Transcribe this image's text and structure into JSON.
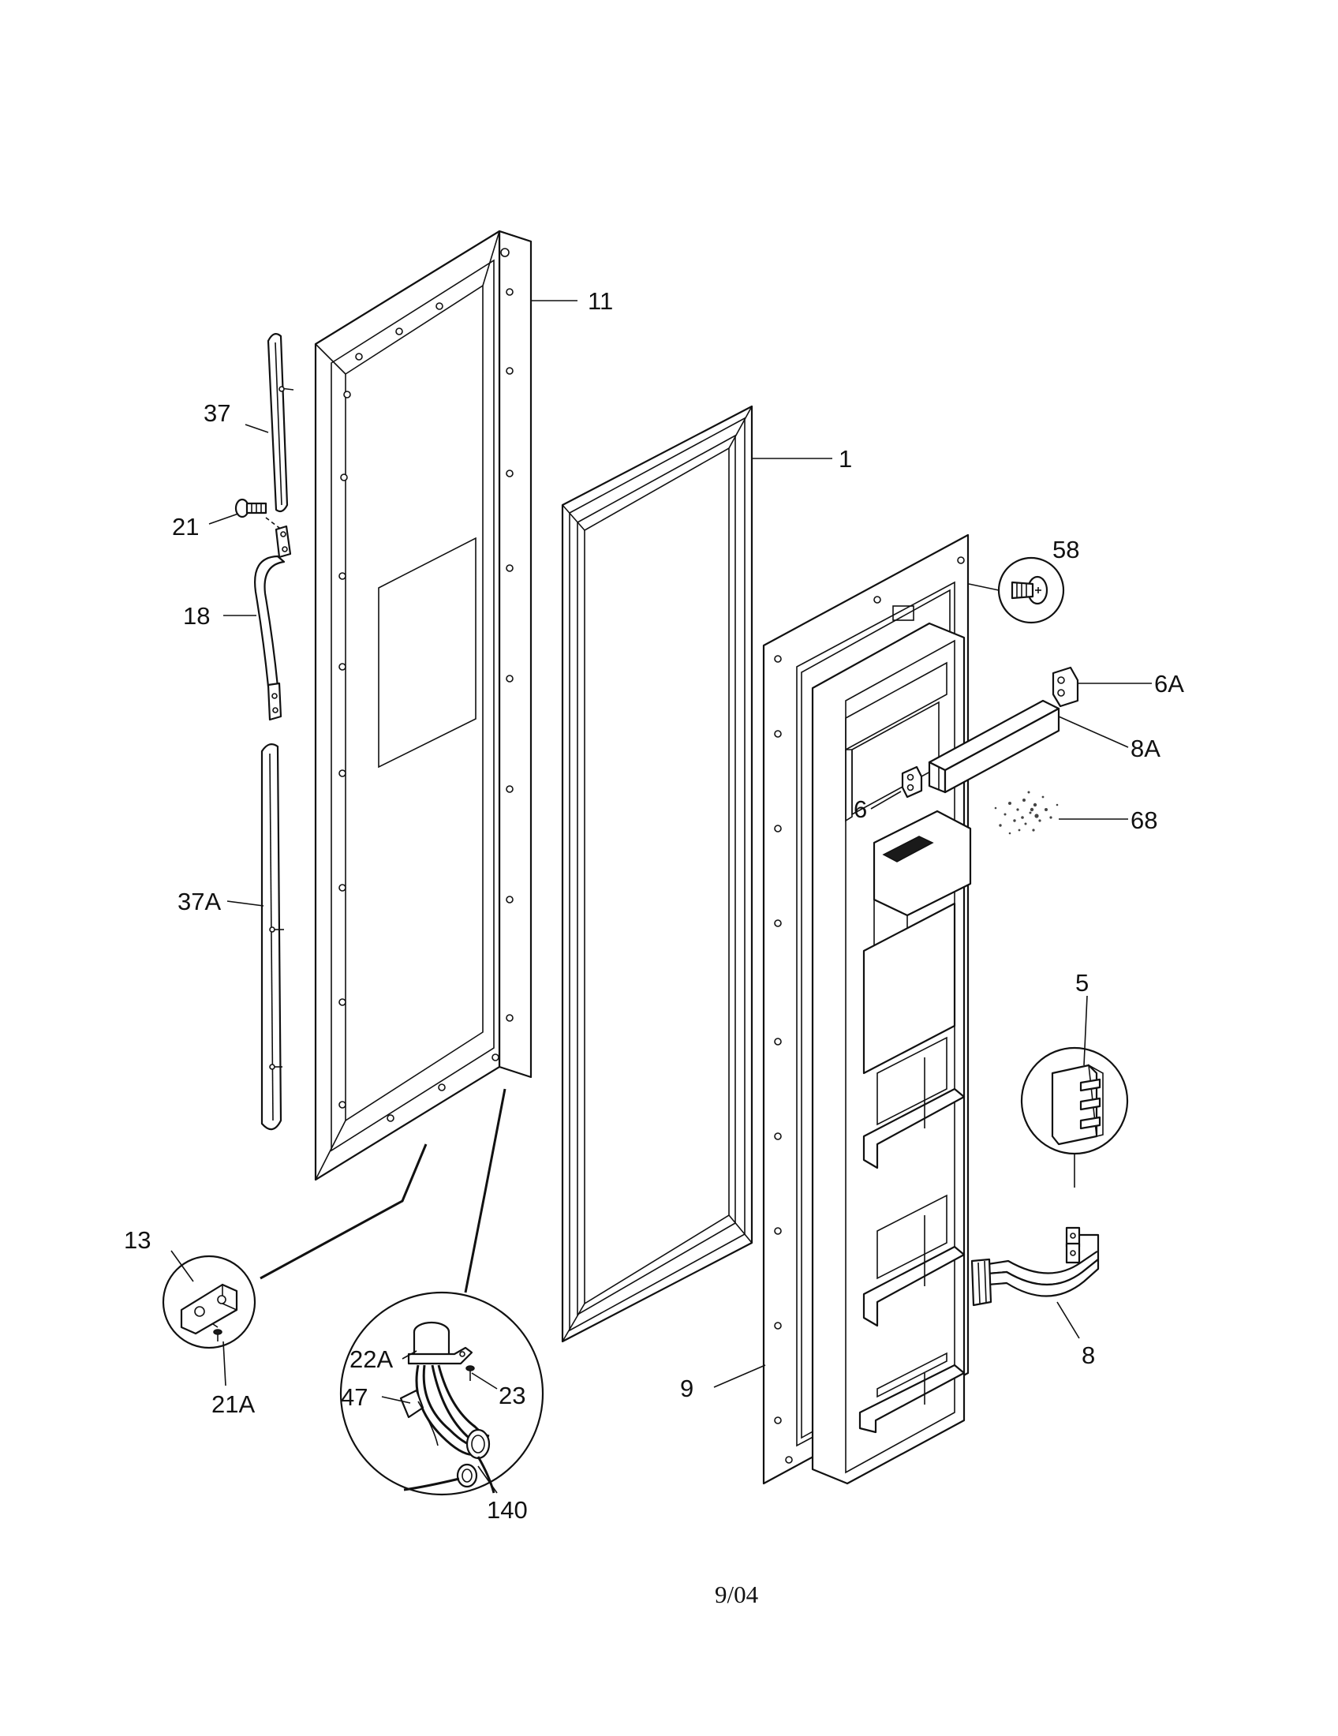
{
  "callouts": {
    "p11": "11",
    "p37": "37",
    "p21": "21",
    "p18": "18",
    "p37a": "37A",
    "p1": "1",
    "p58": "58",
    "p6a": "6A",
    "p8a": "8A",
    "p6": "6",
    "p68": "68",
    "p5": "5",
    "p13": "13",
    "p21a": "21A",
    "p22a": "22A",
    "p23": "23",
    "p47": "47",
    "p140": "140",
    "p9": "9",
    "p8": "8"
  },
  "footer": {
    "date": "9/04"
  },
  "colors": {
    "ink": "#111111",
    "paper": "#ffffff"
  }
}
